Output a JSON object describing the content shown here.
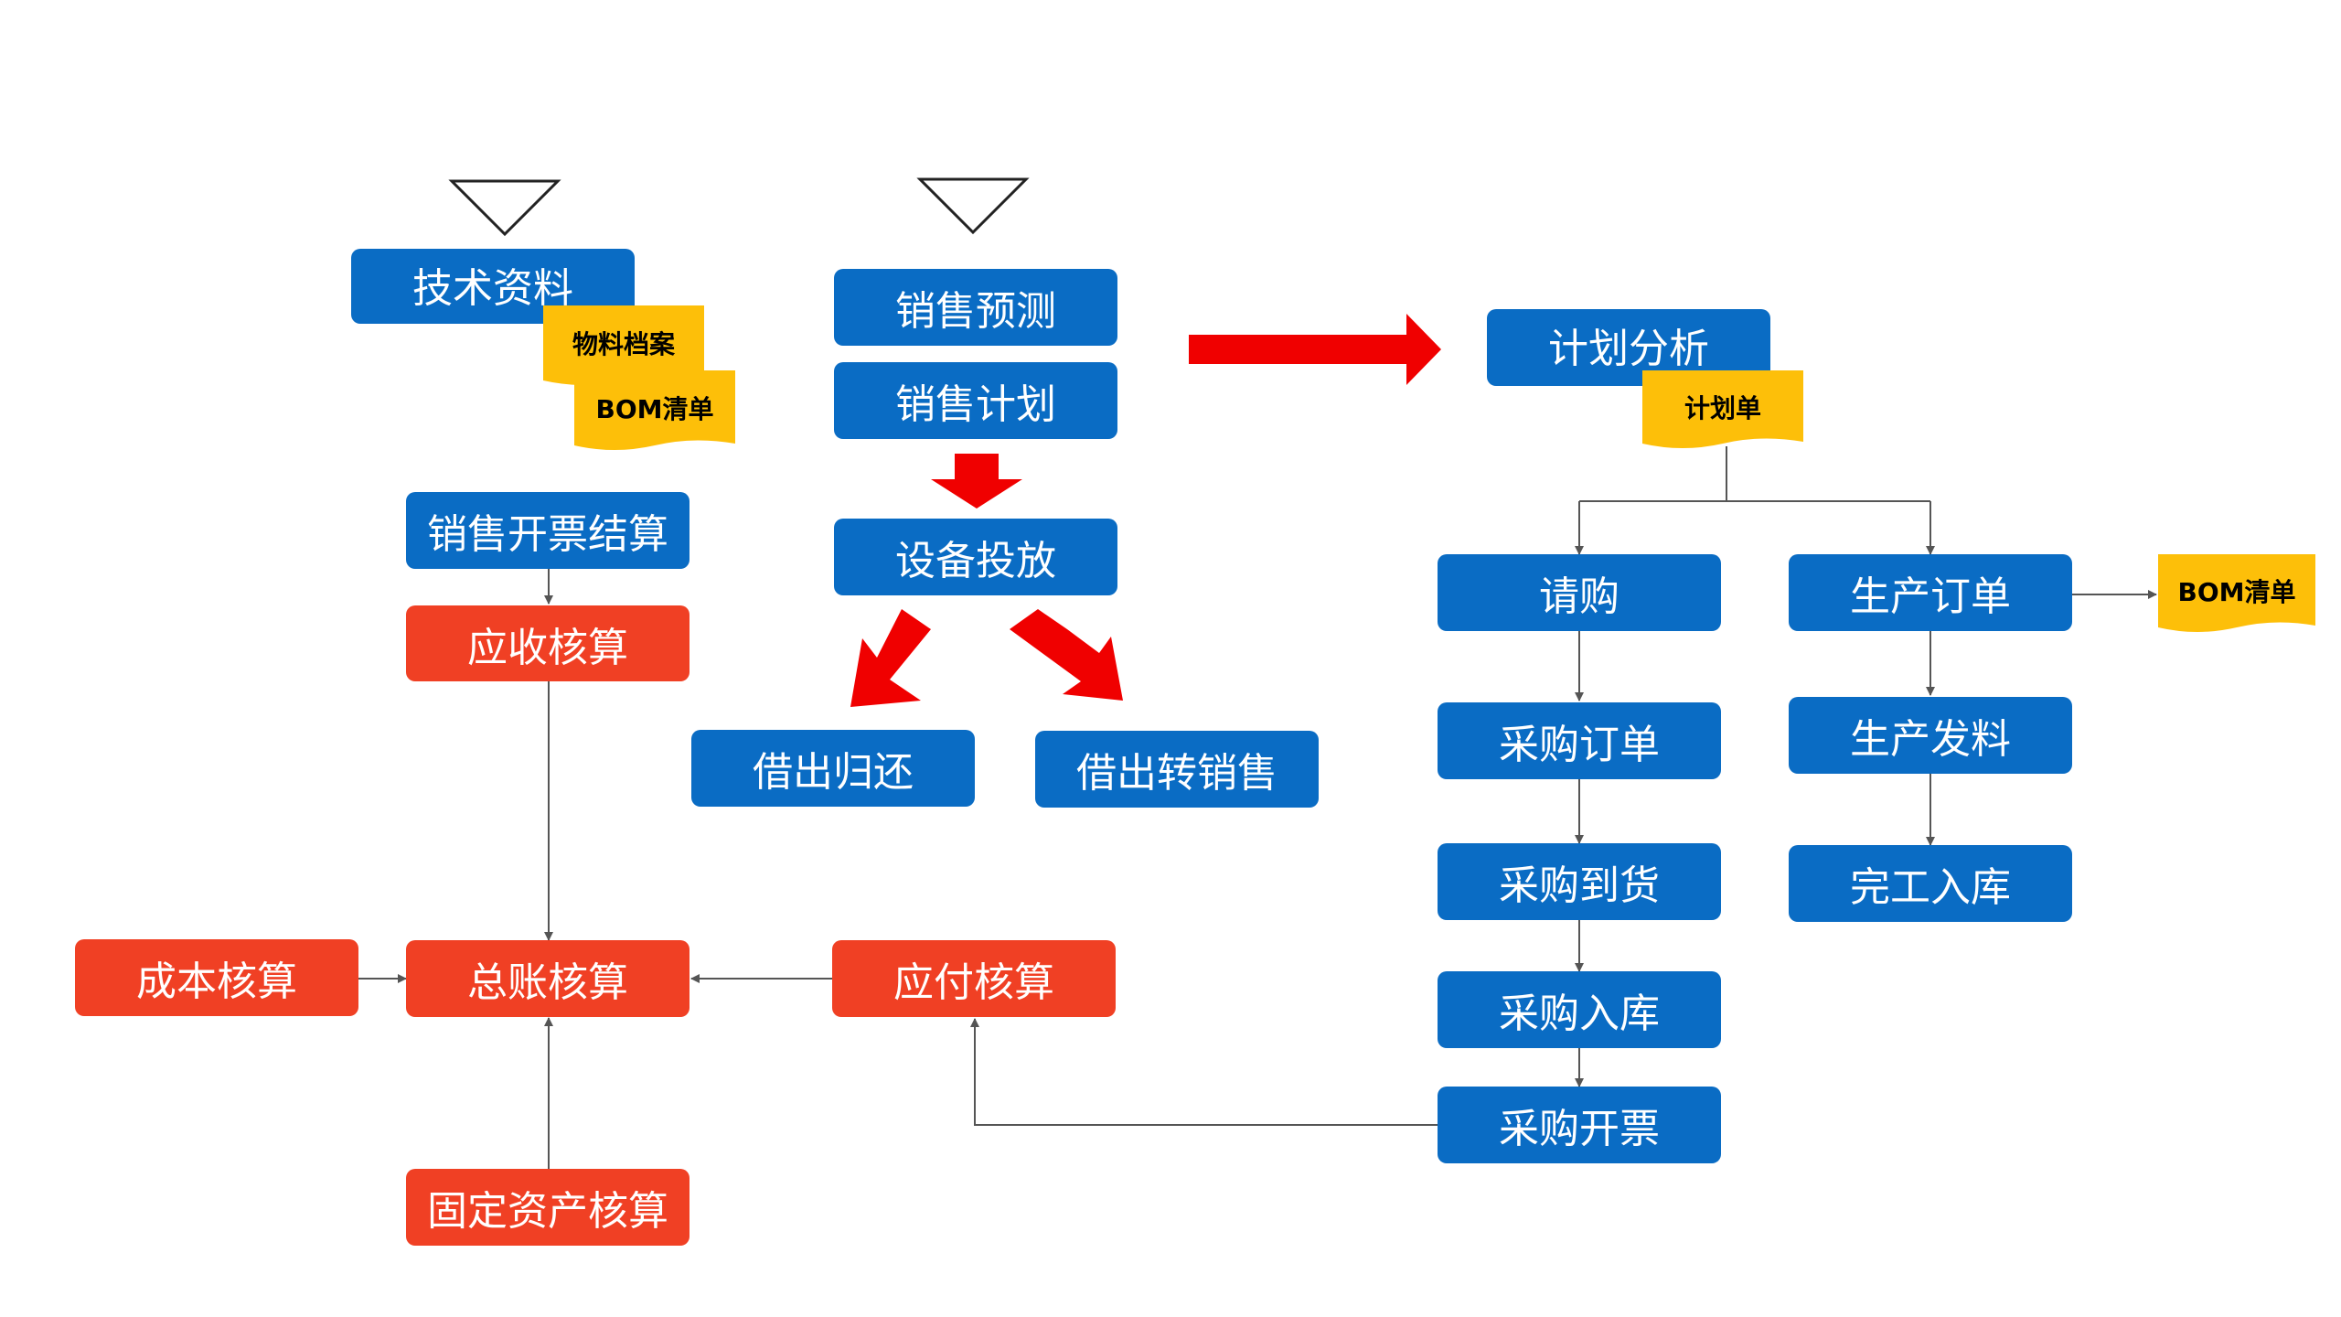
{
  "colors": {
    "blue_box": "#0a6cc4",
    "red_box": "#f04024",
    "note": "#fdbf09",
    "big_arrow": "#f00000",
    "connector": "#555555"
  },
  "left_column": {
    "tech_docs": "技术资料",
    "material_archive": "物料档案",
    "bom_list": "BOM清单",
    "sales_invoice_settlement": "销售开票结算",
    "receivables_accounting": "应收核算",
    "cost_accounting": "成本核算",
    "general_ledger_accounting": "总账核算",
    "fixed_asset_accounting": "固定资产核算"
  },
  "middle_column": {
    "sales_forecast": "销售预测",
    "sales_plan": "销售计划",
    "equipment_placement": "设备投放",
    "loan_return": "借出归还",
    "loan_to_sale": "借出转销售",
    "payables_accounting": "应付核算"
  },
  "right_column": {
    "plan_analysis": "计划分析",
    "plan_sheet": "计划单",
    "purchase_request": "请购",
    "purchase_order": "采购订单",
    "purchase_arrival": "采购到货",
    "purchase_warehousing": "采购入库",
    "purchase_invoice": "采购开票",
    "production_order": "生产订单",
    "production_material_issue": "生产发料",
    "completion_warehousing": "完工入库",
    "bom_list": "BOM清单"
  },
  "markers": [
    "start-triangle",
    "start-triangle"
  ]
}
